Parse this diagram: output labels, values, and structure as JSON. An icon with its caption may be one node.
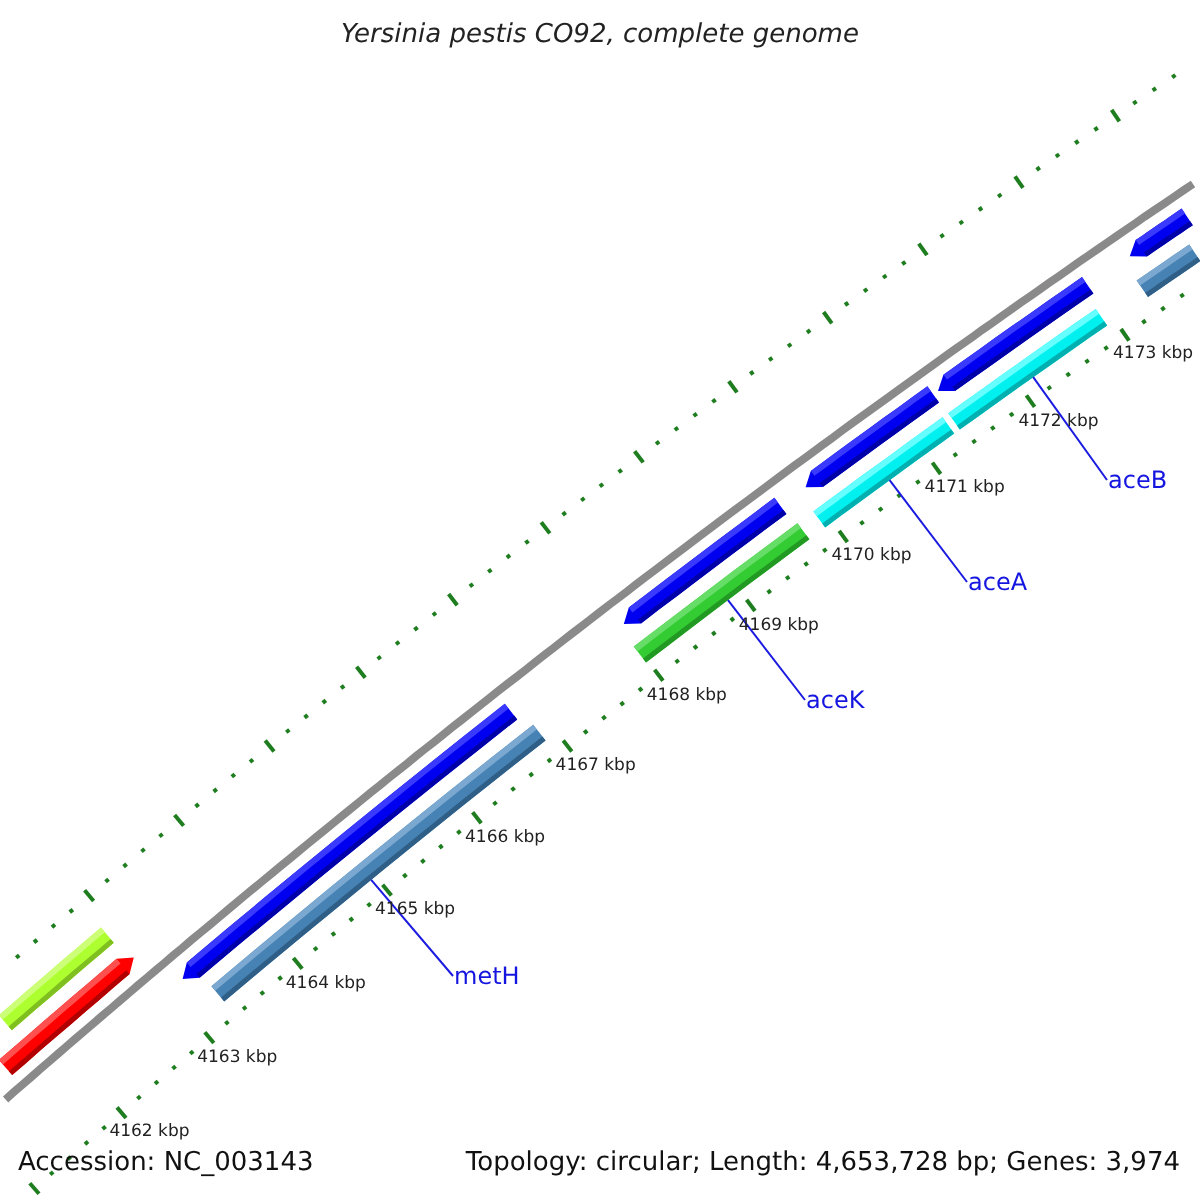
{
  "diagram": {
    "title": "Yersinia pestis CO92, complete genome",
    "nodes": [
      {
        "text": [
          "aceB"
        ]
      },
      {
        "text": [
          "aceA"
        ]
      },
      {
        "text": [
          "aceK"
        ]
      },
      {
        "text": [
          "metH"
        ]
      }
    ],
    "edges": [
      {
        "from": 0,
        "to": null,
        "arrow": "none"
      },
      {
        "from": 1,
        "to": null,
        "arrow": "none"
      },
      {
        "from": 2,
        "to": null,
        "arrow": "none"
      },
      {
        "from": 3,
        "to": null,
        "arrow": "none"
      }
    ],
    "labels": [
      "4173 kbp",
      "4172 kbp",
      "4171 kbp",
      "4170 kbp",
      "4169 kbp",
      "4168 kbp",
      "4167 kbp",
      "4166 kbp",
      "4165 kbp",
      "4164 kbp",
      "4163 kbp",
      "4162 kbp",
      "Accession: NC_003143",
      "Topology: circular; Length: 4,653,728 bp; Genes: 3,974"
    ]
  }
}
